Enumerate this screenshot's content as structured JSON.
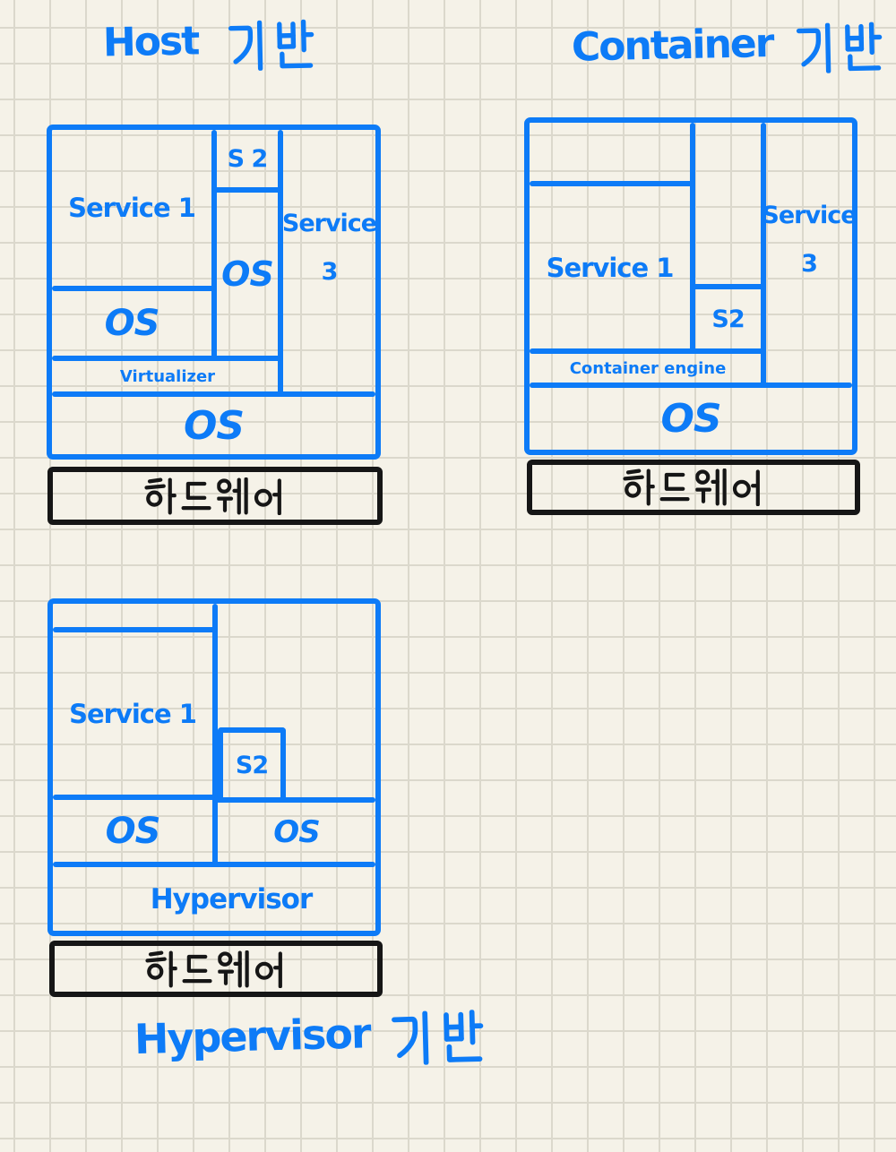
{
  "colors": {
    "paper": "#f5f2e8",
    "grid": "#dbd8cc",
    "ink_blue": "#0d7bf7",
    "ink_black": "#161616"
  },
  "host_diagram": {
    "title_en": "Host",
    "title_ko": "기반",
    "service1": "Service 1",
    "s2": "S 2",
    "os_under_s2": "OS",
    "service3_line1": "Service",
    "service3_line2": "3",
    "os_under_service1": "OS",
    "virtualizer": "Virtualizer",
    "host_os": "OS",
    "hardware": "하드웨어"
  },
  "container_diagram": {
    "title_en": "Container",
    "title_ko": "기반",
    "service1": "Service 1",
    "s2": "S2",
    "service3_line1": "Service",
    "service3_line2": "3",
    "engine": "Container engine",
    "os": "OS",
    "hardware": "하드웨어"
  },
  "hypervisor_diagram": {
    "caption_en": "Hypervisor",
    "caption_ko": "기반",
    "service1": "Service 1",
    "s2": "S2",
    "os_left": "OS",
    "os_right": "OS",
    "hypervisor": "Hypervisor",
    "hardware": "하드웨어"
  }
}
